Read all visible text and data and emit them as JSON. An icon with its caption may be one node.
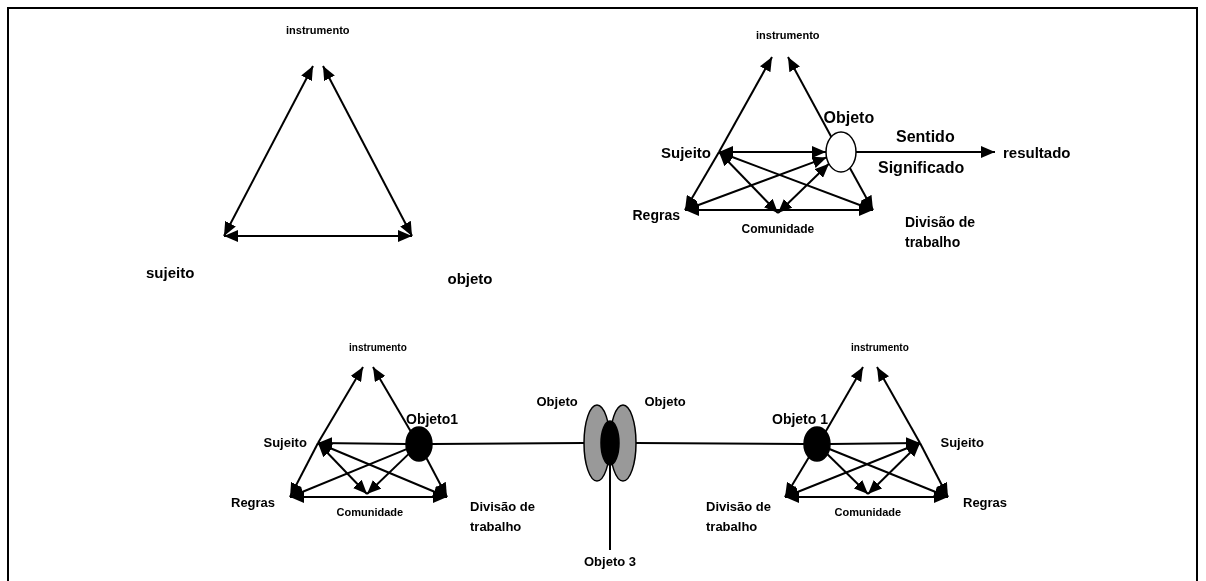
{
  "diagram": {
    "nodes": [
      {
        "text": [
          "instrumento"
        ]
      },
      {
        "text": [
          "sujeito"
        ]
      },
      {
        "text": [
          "objeto"
        ]
      },
      {
        "text": [
          "instrumento"
        ]
      },
      {
        "text": [
          "Sujeito"
        ]
      },
      {
        "text": [
          "Objeto"
        ]
      },
      {
        "text": [
          "resultado"
        ]
      },
      {
        "text": [
          "Regras"
        ]
      },
      {
        "text": [
          "Comunidade"
        ]
      },
      {
        "text": [
          "Divisão de trabalho"
        ]
      },
      {
        "text": [
          "instrumento"
        ]
      },
      {
        "text": [
          "Sujeito"
        ]
      },
      {
        "text": [
          "Objeto1"
        ]
      },
      {
        "text": [
          "Regras"
        ]
      },
      {
        "text": [
          "Comunidade"
        ]
      },
      {
        "text": [
          "Divisão de trabalho"
        ]
      },
      {
        "text": [
          "Objeto"
        ]
      },
      {
        "text": [
          "Objeto"
        ]
      },
      {
        "text": [],
        "shape": "ellipse"
      },
      {
        "text": [
          "Objeto 3"
        ]
      },
      {
        "text": [
          "instrumento"
        ]
      },
      {
        "text": [
          "Objeto 1"
        ]
      },
      {
        "text": [
          "Sujeito"
        ]
      },
      {
        "text": [
          "Divisão de trabalho"
        ]
      },
      {
        "text": [
          "Comunidade"
        ]
      },
      {
        "text": [
          "Regras"
        ]
      }
    ],
    "edges": [
      {
        "from": 1,
        "to": 0,
        "arrow": "both"
      },
      {
        "from": 0,
        "to": 2,
        "arrow": "both"
      },
      {
        "from": 1,
        "to": 2,
        "arrow": "both"
      },
      {
        "from": 4,
        "to": 3,
        "arrow": "to"
      },
      {
        "from": 4,
        "to": 7,
        "arrow": "to"
      },
      {
        "from": 5,
        "to": 3,
        "arrow": "to"
      },
      {
        "from": 5,
        "to": 9,
        "arrow": "to"
      },
      {
        "from": 4,
        "to": 5,
        "arrow": "both"
      },
      {
        "from": 4,
        "to": 9,
        "arrow": "both"
      },
      {
        "from": 4,
        "to": 8,
        "arrow": "both"
      },
      {
        "from": 5,
        "to": 7,
        "arrow": "both"
      },
      {
        "from": 5,
        "to": 8,
        "arrow": "both"
      },
      {
        "from": 7,
        "to": 9,
        "arrow": "both"
      },
      {
        "from": 5,
        "to": 6,
        "arrow": "to",
        "label": "Sentido"
      },
      {
        "from": 11,
        "to": 10,
        "arrow": "to"
      },
      {
        "from": 11,
        "to": 13,
        "arrow": "to"
      },
      {
        "from": 12,
        "to": 10,
        "arrow": "to"
      },
      {
        "from": 12,
        "to": 15,
        "arrow": "to"
      },
      {
        "from": 12,
        "to": 11,
        "arrow": "to"
      },
      {
        "from": 11,
        "to": 15,
        "arrow": "both"
      },
      {
        "from": 11,
        "to": 14,
        "arrow": "both"
      },
      {
        "from": 12,
        "to": 13,
        "arrow": "to"
      },
      {
        "from": 12,
        "to": 14,
        "arrow": "to"
      },
      {
        "from": 13,
        "to": 15,
        "arrow": "both"
      },
      {
        "from": 12,
        "to": 16,
        "arrow": "none"
      },
      {
        "from": 17,
        "to": 21,
        "arrow": "none"
      },
      {
        "from": 18,
        "to": 19,
        "arrow": "none"
      },
      {
        "from": 21,
        "to": 20,
        "arrow": "to"
      },
      {
        "from": 21,
        "to": 23,
        "arrow": "to"
      },
      {
        "from": 22,
        "to": 20,
        "arrow": "to"
      },
      {
        "from": 22,
        "to": 25,
        "arrow": "to"
      },
      {
        "from": 21,
        "to": 22,
        "arrow": "to"
      },
      {
        "from": 22,
        "to": 23,
        "arrow": "both"
      },
      {
        "from": 22,
        "to": 24,
        "arrow": "both"
      },
      {
        "from": 21,
        "to": 25,
        "arrow": "to"
      },
      {
        "from": 21,
        "to": 24,
        "arrow": "to"
      },
      {
        "from": 23,
        "to": 25,
        "arrow": "both"
      }
    ],
    "labels": [
      "Significado"
    ]
  }
}
